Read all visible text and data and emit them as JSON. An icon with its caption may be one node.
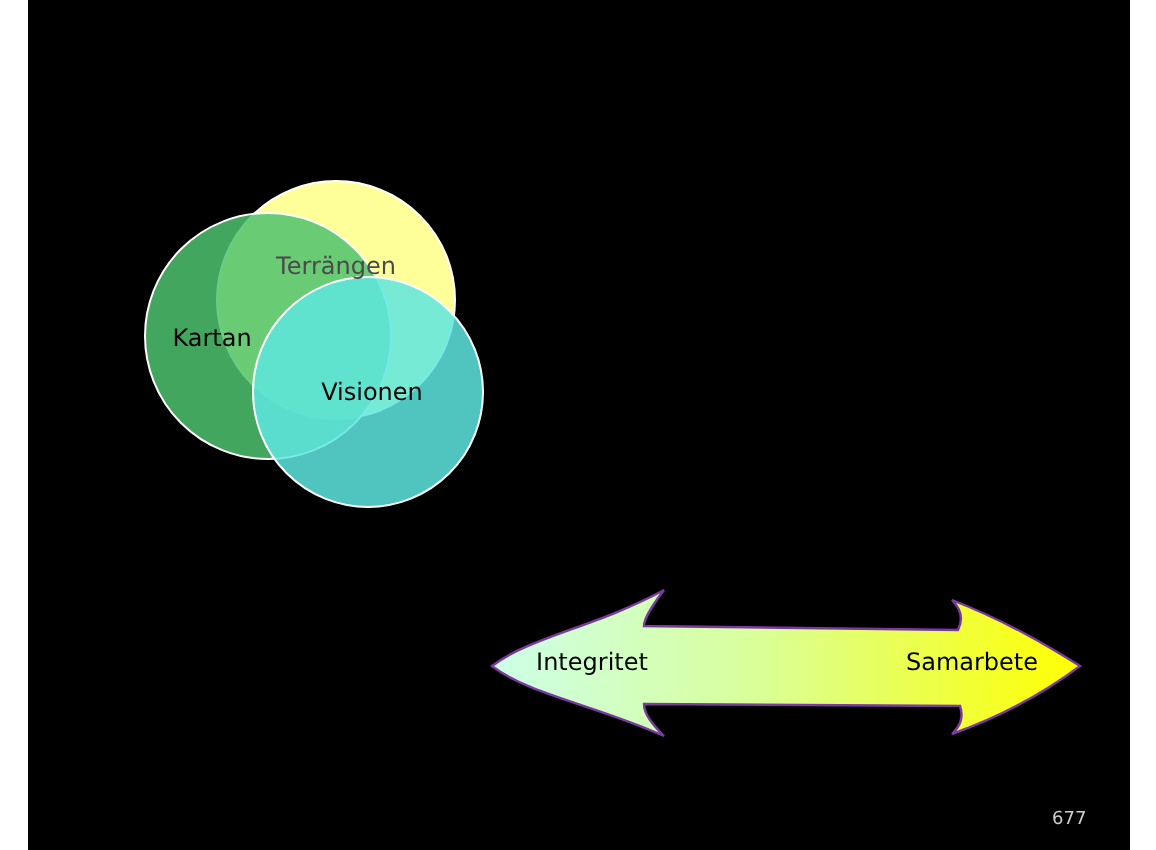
{
  "diagram": {
    "nodes": [
      {
        "text": [
          "Terrängen"
        ]
      },
      {
        "text": [
          "Kartan"
        ]
      },
      {
        "text": [
          "Visionen"
        ]
      },
      {
        "text": [
          "Integritet",
          "Samarbete"
        ]
      }
    ],
    "labels": [
      "677"
    ]
  }
}
